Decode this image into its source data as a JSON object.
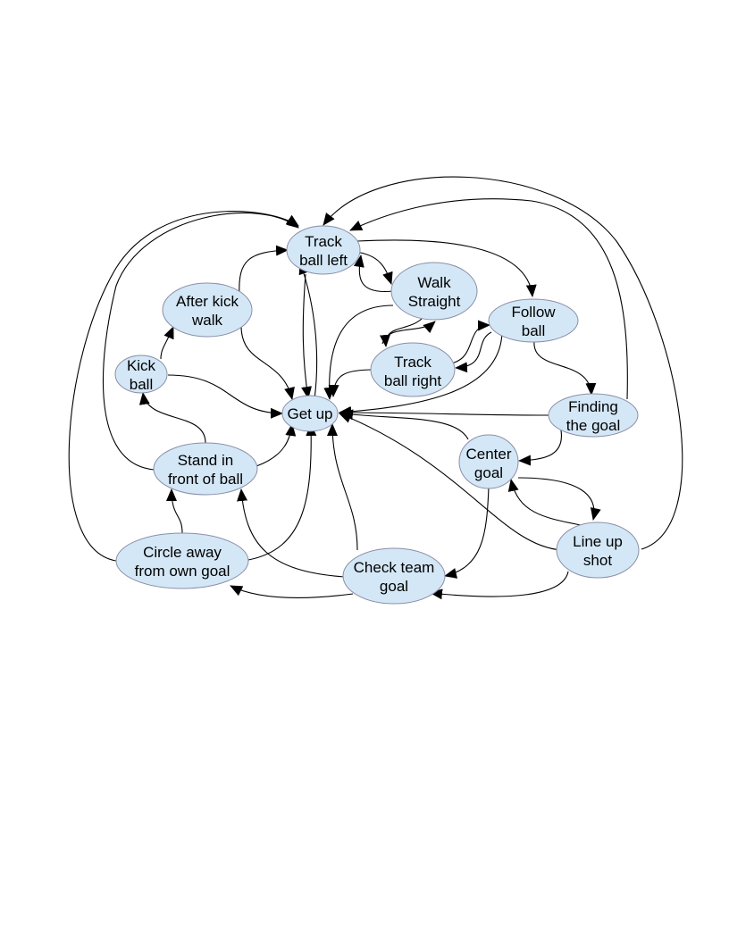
{
  "colors": {
    "node_fill": "#d4e7f6",
    "node_stroke": "#8a8fa8",
    "edge": "#000000"
  },
  "nodes": {
    "track_ball_left": {
      "line1": "Track",
      "line2": "ball left"
    },
    "walk_straight": {
      "line1": "Walk",
      "line2": "Straight"
    },
    "after_kick_walk": {
      "line1": "After kick",
      "line2": "walk"
    },
    "follow_ball": {
      "line1": "Follow",
      "line2": "ball"
    },
    "kick_ball": {
      "line1": "Kick",
      "line2": "ball"
    },
    "track_ball_right": {
      "line1": "Track",
      "line2": "ball right"
    },
    "get_up": {
      "line1": "Get up"
    },
    "finding_the_goal": {
      "line1": "Finding",
      "line2": "the goal"
    },
    "stand_in_front": {
      "line1": "Stand in",
      "line2": "front of ball"
    },
    "center_goal": {
      "line1": "Center",
      "line2": "goal"
    },
    "line_up_shot": {
      "line1": "Line up",
      "line2": "shot"
    },
    "circle_away": {
      "line1": "Circle away",
      "line2": "from own goal"
    },
    "check_team_goal": {
      "line1": "Check team",
      "line2": "goal"
    }
  }
}
